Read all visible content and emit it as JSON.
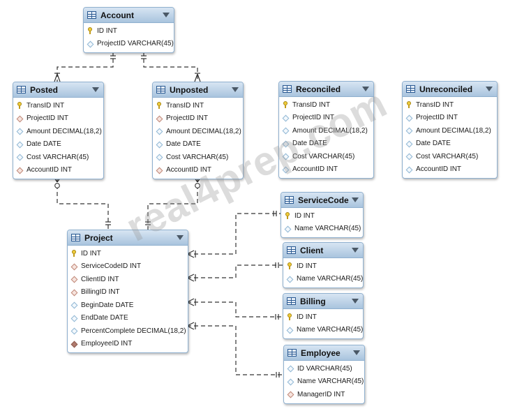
{
  "tables": {
    "account": {
      "name": "Account",
      "columns": [
        {
          "text": "ID INT",
          "kind": "key"
        },
        {
          "text": "ProjectID VARCHAR(45)",
          "kind": "attr"
        }
      ]
    },
    "posted": {
      "name": "Posted",
      "columns": [
        {
          "text": "TransID INT",
          "kind": "key"
        },
        {
          "text": "ProjectID INT",
          "kind": "fk"
        },
        {
          "text": "Amount DECIMAL(18,2)",
          "kind": "attr"
        },
        {
          "text": "Date DATE",
          "kind": "attr"
        },
        {
          "text": "Cost VARCHAR(45)",
          "kind": "attr"
        },
        {
          "text": "AccountID INT",
          "kind": "fk"
        }
      ]
    },
    "unposted": {
      "name": "Unposted",
      "columns": [
        {
          "text": "TransID INT",
          "kind": "key"
        },
        {
          "text": "ProjectID INT",
          "kind": "fk"
        },
        {
          "text": "Amount DECIMAL(18,2)",
          "kind": "attr"
        },
        {
          "text": "Date DATE",
          "kind": "attr"
        },
        {
          "text": "Cost VARCHAR(45)",
          "kind": "attr"
        },
        {
          "text": "AccountID INT",
          "kind": "fk"
        }
      ]
    },
    "reconciled": {
      "name": "Reconciled",
      "columns": [
        {
          "text": "TransID INT",
          "kind": "key"
        },
        {
          "text": "ProjectID INT",
          "kind": "attr"
        },
        {
          "text": "Amount DECIMAL(18,2)",
          "kind": "attr"
        },
        {
          "text": "Date DATE",
          "kind": "attr"
        },
        {
          "text": "Cost VARCHAR(45)",
          "kind": "attr"
        },
        {
          "text": "AccountID INT",
          "kind": "attr"
        }
      ]
    },
    "unreconciled": {
      "name": "Unreconciled",
      "columns": [
        {
          "text": "TransID INT",
          "kind": "key"
        },
        {
          "text": "ProjectID INT",
          "kind": "attr"
        },
        {
          "text": "Amount DECIMAL(18,2)",
          "kind": "attr"
        },
        {
          "text": "Date DATE",
          "kind": "attr"
        },
        {
          "text": "Cost VARCHAR(45)",
          "kind": "attr"
        },
        {
          "text": "AccountID INT",
          "kind": "attr"
        }
      ]
    },
    "servicecode": {
      "name": "ServiceCode",
      "columns": [
        {
          "text": "ID INT",
          "kind": "key"
        },
        {
          "text": "Name VARCHAR(45)",
          "kind": "attr"
        }
      ]
    },
    "client": {
      "name": "Client",
      "columns": [
        {
          "text": "ID INT",
          "kind": "key"
        },
        {
          "text": "Name VARCHAR(45)",
          "kind": "attr"
        }
      ]
    },
    "billing": {
      "name": "Billing",
      "columns": [
        {
          "text": "ID INT",
          "kind": "key"
        },
        {
          "text": "Name VARCHAR(45)",
          "kind": "attr"
        }
      ]
    },
    "employee": {
      "name": "Employee",
      "columns": [
        {
          "text": "ID VARCHAR(45)",
          "kind": "attr"
        },
        {
          "text": "Name VARCHAR(45)",
          "kind": "attr"
        },
        {
          "text": "ManagerID INT",
          "kind": "fk"
        }
      ]
    },
    "project": {
      "name": "Project",
      "columns": [
        {
          "text": "ID INT",
          "kind": "key"
        },
        {
          "text": "ServiceCodeID INT",
          "kind": "fk"
        },
        {
          "text": "ClientID INT",
          "kind": "fk"
        },
        {
          "text": "BillingID INT",
          "kind": "fk"
        },
        {
          "text": "BeginDate DATE",
          "kind": "attr"
        },
        {
          "text": "EndDate DATE",
          "kind": "attr"
        },
        {
          "text": "PercentComplete DECIMAL(18,2)",
          "kind": "attr"
        },
        {
          "text": "EmployeeID INT",
          "kind": "fkfill"
        }
      ]
    }
  },
  "watermark": "real4prep.com",
  "colors": {
    "header_top": "#d7e5f3",
    "header_bottom": "#a9c4de",
    "border": "#8fb0cf",
    "line": "#333333"
  }
}
